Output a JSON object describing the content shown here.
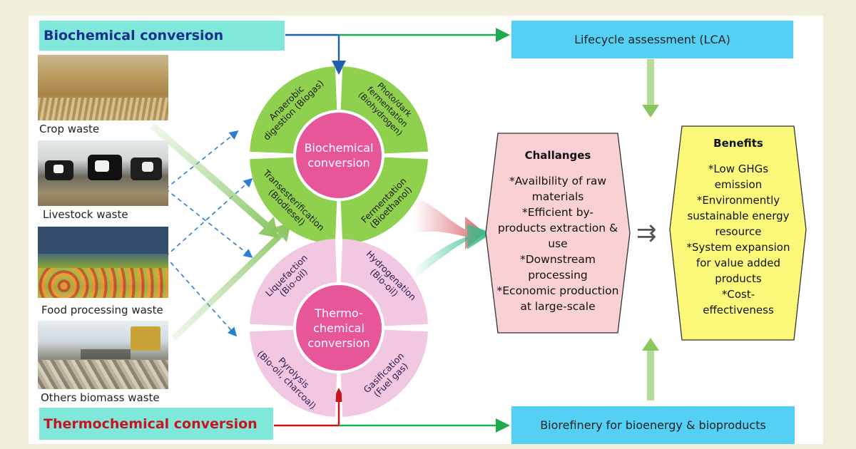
{
  "headers": {
    "biochemical": "Biochemical conversion",
    "thermochemical": "Thermochemical conversion",
    "lca": "Lifecycle assessment (LCA)",
    "biorefinery": "Biorefinery for bioenergy & bioproducts"
  },
  "colors": {
    "biochemical_header_text": "#1b2f8c",
    "thermochemical_header_text": "#c8141e",
    "bio_ring": "#8fd14f",
    "bio_center": "#e8569a",
    "thermo_ring": "#f2c7e2",
    "thermo_center": "#e8569a",
    "challenges_fill": "#f9d1d4",
    "benefits_fill": "#fbf87a",
    "cyan_box": "#55d0f5",
    "teal_box": "#7fe8db"
  },
  "waste_sources": [
    {
      "label": "Crop waste",
      "icon": "crop-waste-photo"
    },
    {
      "label": "Livestock waste",
      "icon": "livestock-waste-photo"
    },
    {
      "label": "Food  processing waste",
      "icon": "food-waste-photo"
    },
    {
      "label": "Others biomass waste",
      "icon": "landfill-photo"
    }
  ],
  "biochemical_wheel": {
    "center": [
      "Biochemical",
      "conversion"
    ],
    "segments": {
      "anaerobic": [
        "Anaerobic",
        "digestion (Biogas)"
      ],
      "photo": [
        "Photo/dark",
        "fermentation",
        "(Biohydrogen)"
      ],
      "transesterification": [
        "Transesterification",
        "(Biodiesel)"
      ],
      "fermentation": [
        "Fermentation",
        "(Bioethanol)"
      ]
    }
  },
  "thermochemical_wheel": {
    "center": [
      "Thermo-",
      "chemical",
      "conversion"
    ],
    "segments": {
      "liquefaction": [
        "Liquefaction",
        "(Bio-oil)"
      ],
      "hydrogenation": [
        "Hydrogenation",
        "(Bio-oil)"
      ],
      "pyrolysis": [
        "Pyrolysis",
        "(Bio-oil, charcoal)"
      ],
      "gasification": [
        "Gasification",
        "(Fuel gas)"
      ]
    }
  },
  "challenges": {
    "title": "Challanges",
    "items": [
      "*Availbility of raw",
      "materials",
      "*Efficient by-",
      "products extraction &",
      "use",
      "*Downstream",
      "processing",
      "*Economic production",
      "at large-scale"
    ]
  },
  "benefits": {
    "title": "Benefits",
    "items": [
      "*Low GHGs",
      "emission",
      "*Environmently",
      "sustainable energy",
      "resource",
      "*System expansion",
      "for value added",
      "products",
      "*Cost-",
      "effectiveness"
    ]
  },
  "between_symbol": "⇉"
}
